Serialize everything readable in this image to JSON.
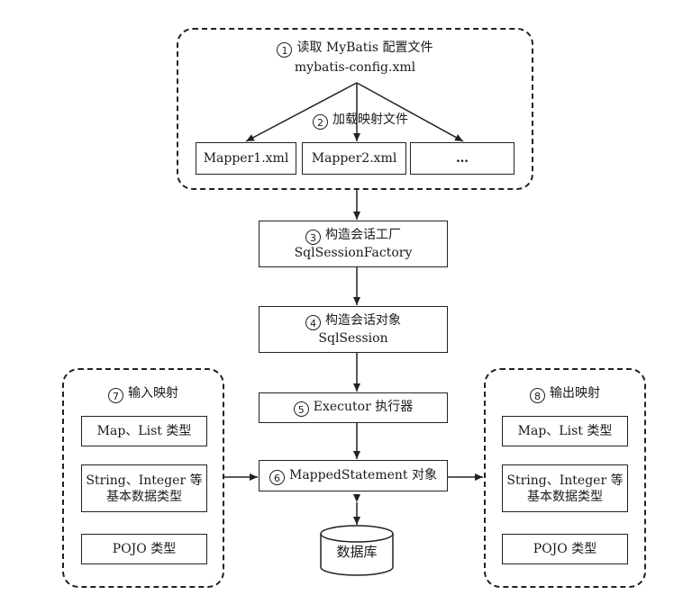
{
  "step1": {
    "num": "1",
    "title": "读取 MyBatis 配置文件",
    "file": "mybatis-config.xml"
  },
  "step2": {
    "num": "2",
    "title": "加载映射文件"
  },
  "mappers": [
    "Mapper1.xml",
    "Mapper2.xml",
    "…"
  ],
  "step3": {
    "num": "3",
    "title": "构造会话工厂",
    "sub": "SqlSessionFactory"
  },
  "step4": {
    "num": "4",
    "title": "构造会话对象",
    "sub": "SqlSession"
  },
  "step5": {
    "num": "5",
    "title": "Executor 执行器"
  },
  "step6": {
    "num": "6",
    "title": "MappedStatement 对象"
  },
  "database": "数据库",
  "input_mapping": {
    "num": "7",
    "title": "输入映射",
    "types": [
      "Map、List 类型",
      "String、Integer 等",
      "基本数据类型",
      "POJO 类型"
    ]
  },
  "output_mapping": {
    "num": "8",
    "title": "输出映射",
    "types": [
      "Map、List 类型",
      "String、Integer 等",
      "基本数据类型",
      "POJO 类型"
    ]
  }
}
